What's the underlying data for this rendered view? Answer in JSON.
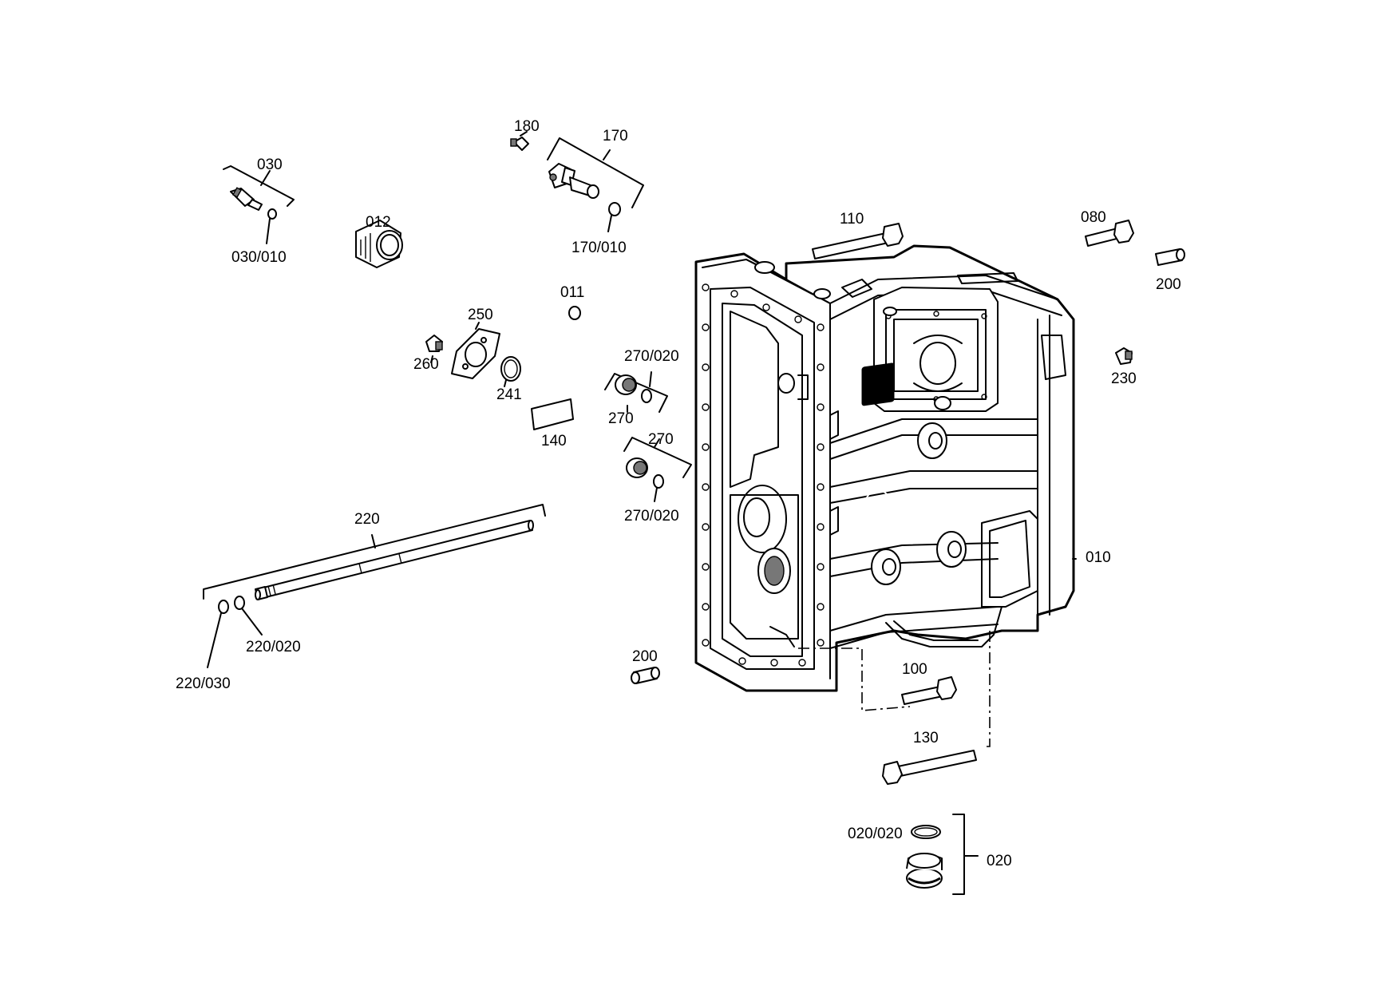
{
  "labels": {
    "p030": "030",
    "p030_010": "030/010",
    "p012": "012",
    "p180": "180",
    "p170": "170",
    "p170_010": "170/010",
    "p011": "011",
    "p250": "250",
    "p260": "260",
    "p241": "241",
    "p140": "140",
    "p270_020_a": "270/020",
    "p270_a": "270",
    "p270_b": "270",
    "p270_020_b": "270/020",
    "p110": "110",
    "p080": "080",
    "p200_a": "200",
    "p230": "230",
    "p010": "010",
    "p220": "220",
    "p220_020": "220/020",
    "p220_030": "220/030",
    "p200_b": "200",
    "p100": "100",
    "p130": "130",
    "p020_020": "020/020",
    "p020": "020"
  }
}
